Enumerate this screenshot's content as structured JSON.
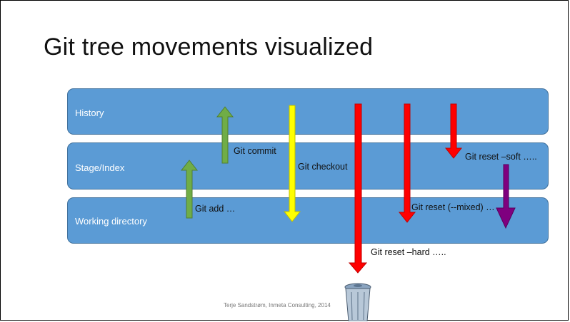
{
  "title": "Git tree movements visualized",
  "layers": {
    "history": "History",
    "stage": "Stage/Index",
    "working": "Working directory"
  },
  "commands": {
    "commit": "Git commit",
    "add": "Git add …",
    "checkout": "Git checkout",
    "reset_soft": "Git reset –soft …..",
    "reset_mixed": "Git reset (--mixed) …",
    "reset_hard": "Git reset –hard ….."
  },
  "footer": "Terje Sandstrøm, Inmeta Consulting, 2014",
  "colors": {
    "band": "#5b9bd5",
    "green": "#70ad47",
    "yellow": "#ffff00",
    "red": "#ff0000",
    "purple": "#7f007f"
  }
}
